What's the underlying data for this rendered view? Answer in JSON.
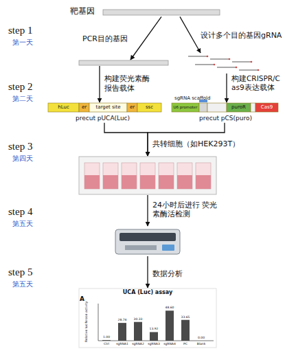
{
  "diagram": {
    "nodes": [
      {
        "text": [
          "靶基因"
        ]
      },
      {
        "text": [
          "PCR目的基因"
        ]
      },
      {
        "text": [
          "设计多个目的基因gRNA"
        ]
      },
      {
        "text": [
          "hLuc",
          "er",
          "target site",
          "er",
          "ssc",
          "precut pUCA(Luc)"
        ]
      },
      {
        "text": [
          "U6 promoter",
          "sgRNA scaffold",
          "puroR",
          "Cas9",
          "precut pCS(puro)"
        ]
      },
      {
        "text": [
          "共转细胞（如HEK293T）"
        ]
      },
      {
        "text": [
          "24小时后进行 荧光素酶活检测"
        ]
      },
      {
        "text": [
          "数据分析",
          "UCA (Luc) assay",
          "A",
          "Relative luciferase activity",
          "1.00",
          "28.74",
          "30.33",
          "13.92",
          "48.60",
          "33.65",
          "0.00",
          "Ctrl",
          "sgRNA1",
          "sgRNA2",
          "sgRNA3",
          "sgRNA4",
          "PC",
          "Blank"
        ]
      }
    ],
    "edges": [
      {
        "from": 0,
        "to": 1,
        "arrow": "to"
      },
      {
        "from": 0,
        "to": 2,
        "arrow": "to"
      },
      {
        "from": 1,
        "to": 3,
        "label": "构建荧光素酶报告载体",
        "arrow": "to"
      },
      {
        "from": 2,
        "to": 4,
        "label": "构建CRISPR/Cas9表达载体",
        "arrow": "to"
      },
      {
        "from": 3,
        "to": 5,
        "arrow": "to"
      },
      {
        "from": 4,
        "to": 5,
        "arrow": "to"
      },
      {
        "from": 5,
        "to": 6,
        "arrow": "to"
      },
      {
        "from": 6,
        "to": 7,
        "arrow": "to"
      }
    ],
    "labels": [
      "step 1",
      "第一天",
      "step 2",
      "第二天",
      "step 3",
      "第四天",
      "step 4",
      "第五天",
      "step 5",
      "第五天"
    ]
  }
}
